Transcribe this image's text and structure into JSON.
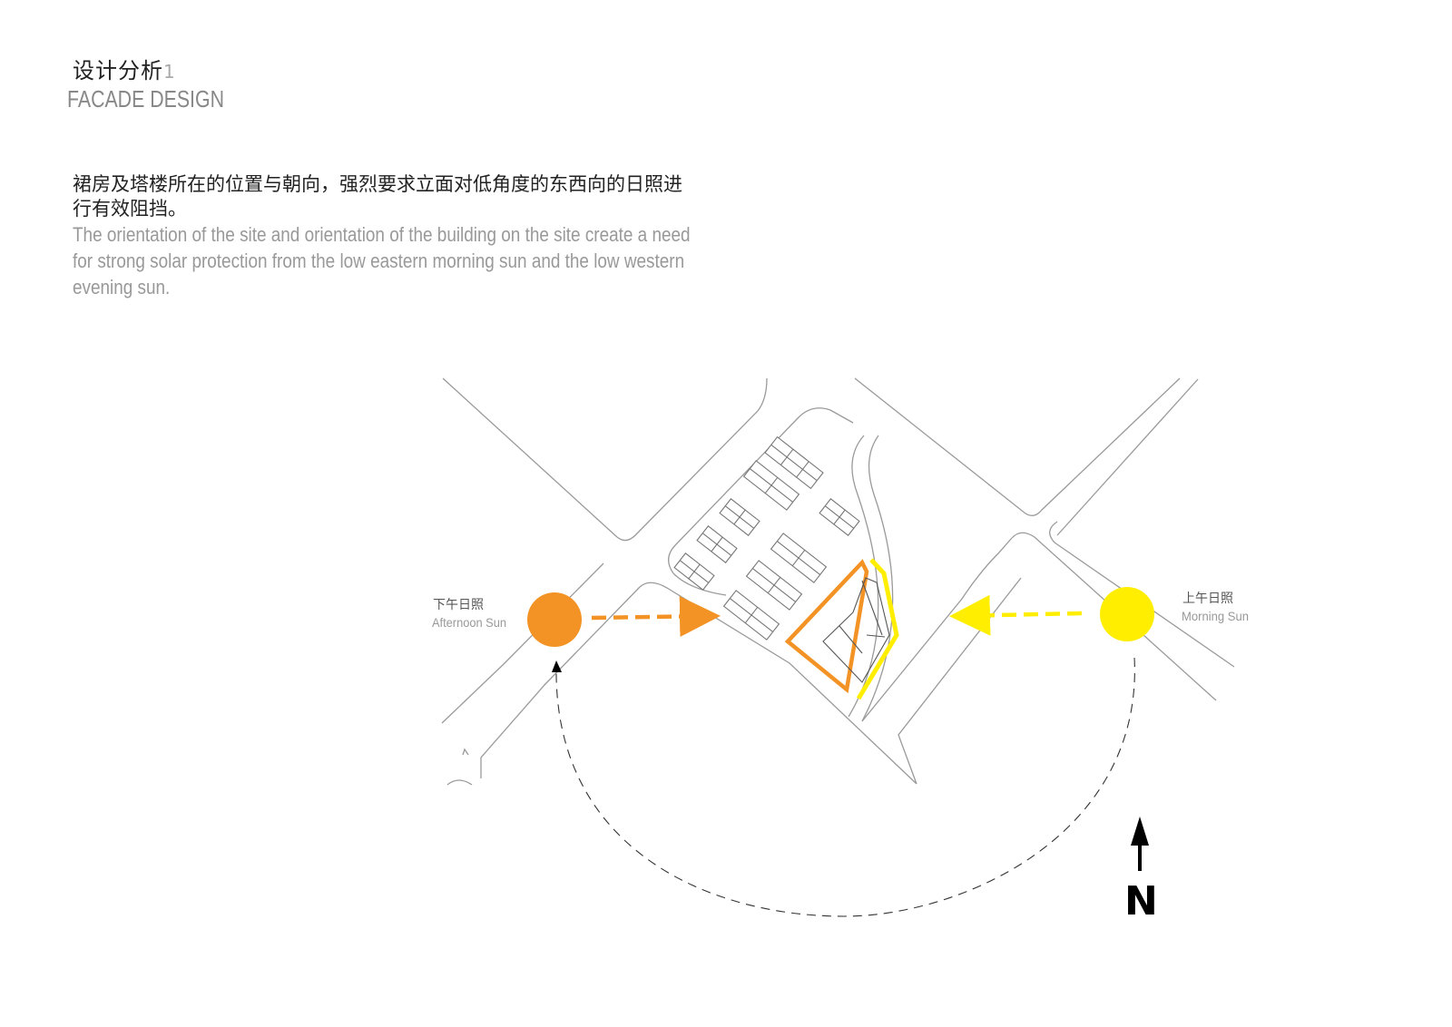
{
  "header": {
    "title_cn": "设计分析",
    "title_num": "1",
    "title_en": "FACADE DESIGN"
  },
  "description": {
    "cn": "裙房及塔楼所在的位置与朝向，强烈要求立面对低角度的东西向的日照进行有效阻挡。",
    "en": "The orientation of the site and orientation of the building on the site create a need for strong solar protection from the low eastern morning sun and the low western evening sun."
  },
  "diagram": {
    "afternoon_sun": {
      "label_cn": "下午日照",
      "label_en": "Afternoon Sun",
      "color": "#F39325"
    },
    "morning_sun": {
      "label_cn": "上午日照",
      "label_en": "Morning Sun",
      "color": "#FFEE00"
    },
    "north_label": "N",
    "line_color": "#888888"
  }
}
